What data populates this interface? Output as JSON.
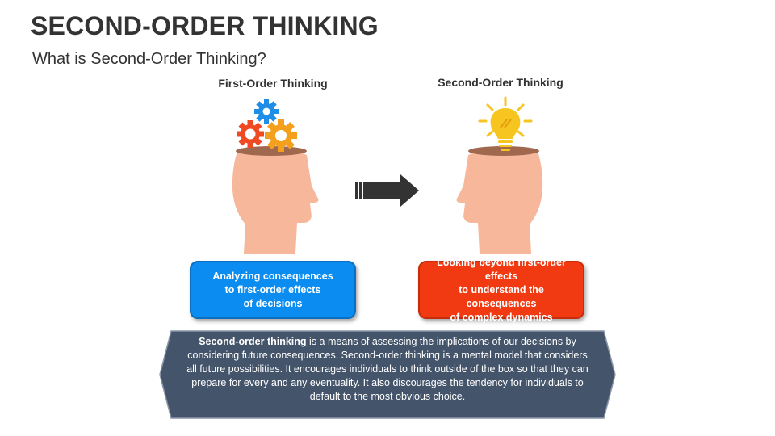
{
  "header": {
    "title": "SECOND-ORDER THINKING",
    "subtitle": "What is Second-Order Thinking?"
  },
  "first_order": {
    "label": "First-Order Thinking",
    "description": "Analyzing consequences\nto first-order effects\nof decisions",
    "icon": "gears-icon",
    "color": "#0b8cf0"
  },
  "second_order": {
    "label": "Second-Order Thinking",
    "description": "Looking beyond first-order effects\nto understand  the consequences\nof  complex dynamics",
    "icon": "lightbulb-icon",
    "color": "#f23a12"
  },
  "definition": {
    "term": "Second-order thinking",
    "text": " is a means of assessing the implications of our decisions by considering future consequences. Second-order thinking is a mental model that considers all future possibilities. It encourages individuals to think outside of the box so that they can prepare for every and any eventuality. It also discourages the tendency for individuals to default to the most obvious choice.",
    "background": "#44546a"
  },
  "colors": {
    "head": "#f7b79b",
    "head_open": "#a0684e",
    "gear_blue": "#1f8ee8",
    "gear_red": "#f04a24",
    "gear_orange": "#f5a01c",
    "bulb_yellow": "#f7c520",
    "arrow": "#333333"
  }
}
